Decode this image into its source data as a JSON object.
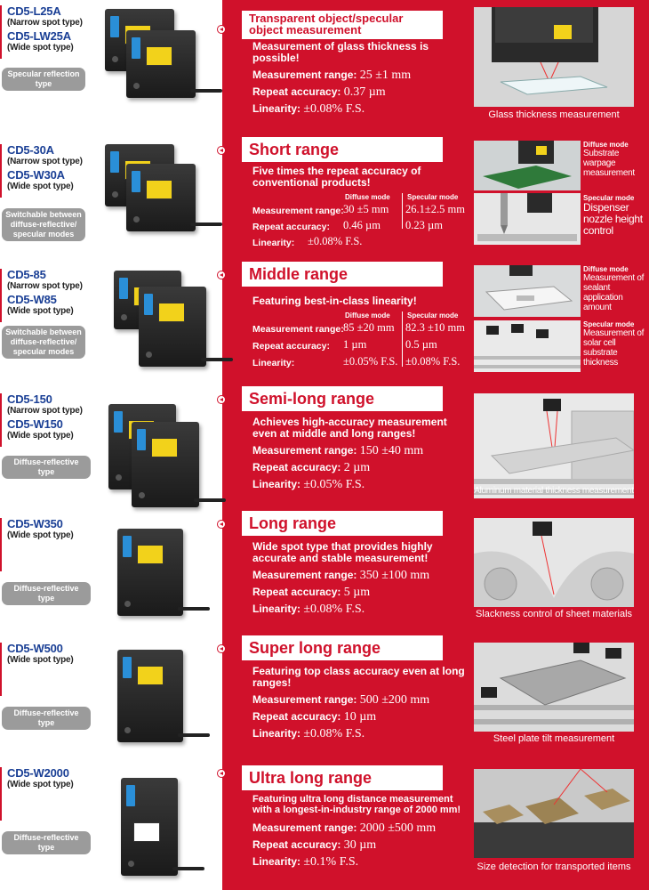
{
  "colors": {
    "brand_red": "#d0112b",
    "model_blue": "#1a3f95",
    "tag_gray": "#9b9b9b"
  },
  "rows": [
    {
      "models": [
        {
          "name": "CD5-L25A",
          "sub": "(Narrow spot type)"
        },
        {
          "name": "CD5-LW25A",
          "sub": "(Wide spot type)"
        }
      ],
      "tag": "Specular reflection type",
      "title": "Transparent object/specular object measurement",
      "description": "Measurement of glass thickness is possible!",
      "specs": [
        {
          "label": "Measurement range:",
          "value": "25 ±1 mm"
        },
        {
          "label": "Repeat accuracy:",
          "value": "0.37 µm"
        },
        {
          "label": "Linearity:",
          "value": "±0.08% F.S."
        }
      ],
      "caption": "Glass thickness measurement"
    },
    {
      "models": [
        {
          "name": "CD5-30A",
          "sub": "(Narrow spot type)"
        },
        {
          "name": "CD5-W30A",
          "sub": "(Wide spot type)"
        }
      ],
      "tag": "Switchable between diffuse-reflective/ specular modes",
      "title": "Short range",
      "description": "Five times the repeat accuracy of conventional products!",
      "mode_headers": [
        "Diffuse mode",
        "Specular mode"
      ],
      "labels": [
        "Measurement range:",
        "Repeat accuracy:",
        "Linearity:"
      ],
      "diffuse": [
        "30 ±5 mm",
        "0.46 µm",
        "±0.08% F.S."
      ],
      "specular": [
        "26.1±2.5 mm",
        "0.23 µm"
      ],
      "side": [
        {
          "mode": "Diffuse mode",
          "text": "Substrate warpage measurement"
        },
        {
          "mode": "Specular mode",
          "text": "Dispenser nozzle height control"
        }
      ]
    },
    {
      "models": [
        {
          "name": "CD5-85",
          "sub": "(Narrow spot type)"
        },
        {
          "name": "CD5-W85",
          "sub": "(Wide spot type)"
        }
      ],
      "tag": "Switchable between diffuse-reflective/ specular modes",
      "title": "Middle range",
      "description": "Featuring best-in-class linearity!",
      "mode_headers": [
        "Diffuse mode",
        "Specular mode"
      ],
      "labels": [
        "Measurement range:",
        "Repeat accuracy:",
        "Linearity:"
      ],
      "diffuse": [
        "85 ±20 mm",
        "1 µm",
        "±0.05% F.S."
      ],
      "specular": [
        "82.3 ±10 mm",
        "0.5 µm",
        "±0.08% F.S."
      ],
      "side": [
        {
          "mode": "Diffuse mode",
          "text": "Measurement of sealant application amount"
        },
        {
          "mode": "Specular mode",
          "text": "Measurement of solar cell substrate thickness"
        }
      ]
    },
    {
      "models": [
        {
          "name": "CD5-150",
          "sub": "(Narrow spot type)"
        },
        {
          "name": "CD5-W150",
          "sub": "(Wide spot type)"
        }
      ],
      "tag": "Diffuse-reflective type",
      "title": "Semi-long range",
      "description": "Achieves high-accuracy measurement even at middle and long ranges!",
      "specs": [
        {
          "label": "Measurement range:",
          "value": "150 ±40 mm"
        },
        {
          "label": "Repeat accuracy:",
          "value": "2 µm"
        },
        {
          "label": "Linearity:",
          "value": "±0.05% F.S."
        }
      ],
      "caption": "Aluminum material thickness measurement"
    },
    {
      "models": [
        {
          "name": "CD5-W350",
          "sub": "(Wide spot type)"
        }
      ],
      "tag": "Diffuse-reflective type",
      "title": "Long range",
      "description": "Wide spot type that provides highly accurate and stable measurement!",
      "specs": [
        {
          "label": "Measurement range:",
          "value": "350 ±100 mm"
        },
        {
          "label": "Repeat accuracy:",
          "value": "5 µm"
        },
        {
          "label": "Linearity:",
          "value": "±0.08% F.S."
        }
      ],
      "caption": "Slackness control of sheet materials"
    },
    {
      "models": [
        {
          "name": "CD5-W500",
          "sub": "(Wide spot type)"
        }
      ],
      "tag": "Diffuse-reflective type",
      "title": "Super long range",
      "description": "Featuring top class accuracy even at long ranges!",
      "specs": [
        {
          "label": "Measurement range:",
          "value": "500 ±200 mm"
        },
        {
          "label": "Repeat accuracy:",
          "value": "10 µm"
        },
        {
          "label": "Linearity:",
          "value": "±0.08% F.S."
        }
      ],
      "caption": "Steel plate tilt measurement"
    },
    {
      "models": [
        {
          "name": "CD5-W2000",
          "sub": "(Wide spot type)"
        }
      ],
      "tag": "Diffuse-reflective type",
      "title": "Ultra long range",
      "description": "Featuring ultra long distance measurement with a longest-in-industry range of 2000 mm!",
      "specs": [
        {
          "label": "Measurement range:",
          "value": "2000 ±500 mm"
        },
        {
          "label": "Repeat accuracy:",
          "value": "30 µm"
        },
        {
          "label": "Linearity:",
          "value": "±0.1% F.S."
        }
      ],
      "caption": "Size detection for transported items"
    }
  ]
}
